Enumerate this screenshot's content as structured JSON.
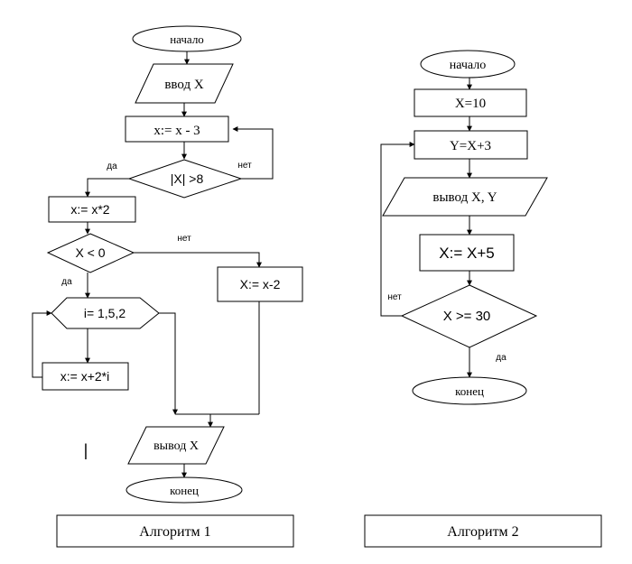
{
  "algorithm1": {
    "caption": "Алгоритм 1",
    "start": "начало",
    "input": "ввод X",
    "assign_minus3": "x:= x - 3",
    "cond_abs": "|X| >8",
    "abs_yes": "да",
    "abs_no": "нет",
    "assign_times2": "x:= x*2",
    "cond_neg": "X < 0",
    "neg_yes": "да",
    "neg_no": "нет",
    "loop_header": "i= 1,5,2",
    "loop_body": "x:= x+2*i",
    "assign_minus2": "X:= x-2",
    "output": "вывод X",
    "end": "конец",
    "stray_mark": "|"
  },
  "algorithm2": {
    "caption": "Алгоритм 2",
    "start": "начало",
    "assign_init": "X=10",
    "assign_y": "Y=X+3",
    "output": "вывод X, Y",
    "assign_x5": "X:= X+5",
    "cond": "X >= 30",
    "cond_no": "нет",
    "cond_yes": "да",
    "end": "конец"
  }
}
